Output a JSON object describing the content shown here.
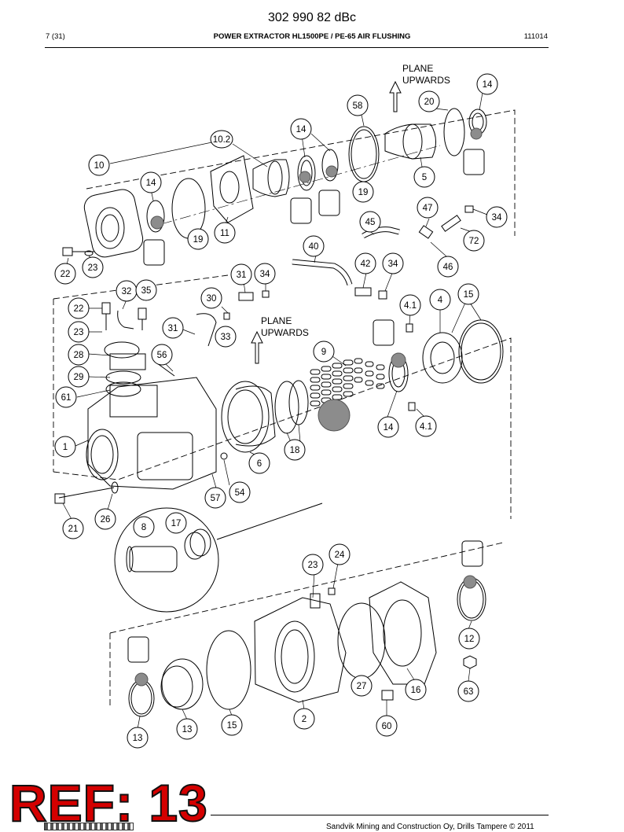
{
  "header": {
    "doc_number": "302 990 82 dBc",
    "page": "7 (31)",
    "title": "POWER EXTRACTOR HL1500PE / PE-65 AIR FLUSHING",
    "date": "111014"
  },
  "notes": {
    "plane_line1": "PLANE",
    "plane_line2": "UPWARDS"
  },
  "callouts": [
    "14",
    "20",
    "58",
    "14",
    "10.2",
    "10",
    "5",
    "14",
    "19",
    "47",
    "34",
    "45",
    "72",
    "11",
    "19",
    "40",
    "22",
    "23",
    "42",
    "34",
    "46",
    "31",
    "34",
    "32",
    "35",
    "30",
    "15",
    "4",
    "4.1",
    "22",
    "31",
    "33",
    "23",
    "9",
    "28",
    "56",
    "29",
    "61",
    "14",
    "4.1",
    "18",
    "1",
    "6",
    "54",
    "57",
    "21",
    "26",
    "8",
    "17",
    "24",
    "23",
    "12",
    "27",
    "16",
    "63",
    "2",
    "60",
    "15",
    "13",
    "13"
  ],
  "reference": "REF: 13",
  "footer": {
    "copyright": "Sandvik Mining and Construction Oy, Drills Tampere © 2011"
  },
  "colors": {
    "ref_fill": "#d40000",
    "line": "#000000",
    "part_gray": "#8c8c8c"
  }
}
